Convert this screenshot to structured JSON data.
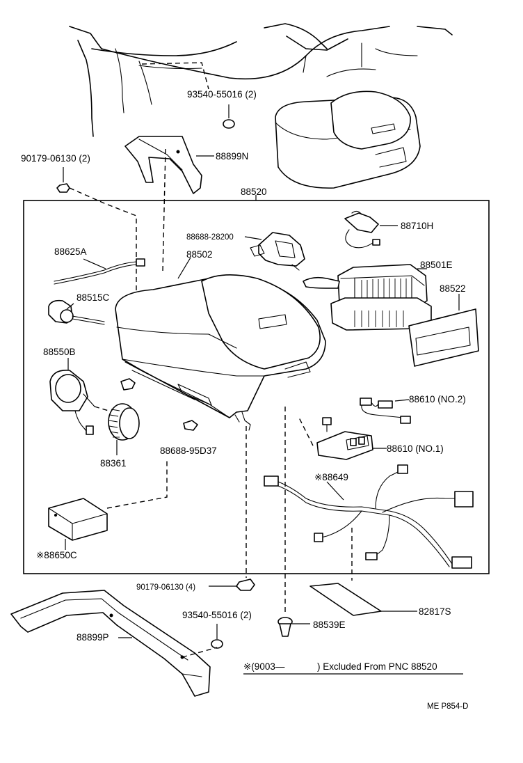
{
  "assembly_box_label": "88520",
  "parts": {
    "p93540_top": "93540-55016 (2)",
    "p88899n": "88899N",
    "p90179_top": "90179-06130 (2)",
    "p88688_28200": "88688-28200",
    "p88710h": "88710H",
    "p88625a": "88625A",
    "p88502": "88502",
    "p88501e": "88501E",
    "p88522": "88522",
    "p88515c": "88515C",
    "p88550b": "88550B",
    "p88610_no2": "88610 (NO.2)",
    "p88610_no1": "88610 (NO.1)",
    "p88361": "88361",
    "p88688_95d37": "88688-95D37",
    "p88649": "※88649",
    "p88650c": "※88650C",
    "p90179_bottom": "90179-06130 (4)",
    "p93540_bottom": "93540-55016 (2)",
    "p88539e": "88539E",
    "p82817s": "82817S",
    "p88899p": "88899P"
  },
  "footnote": {
    "prefix": "※(9003—",
    "suffix": ") Excluded From PNC 88520"
  },
  "diagram_code": "ME P854-D"
}
